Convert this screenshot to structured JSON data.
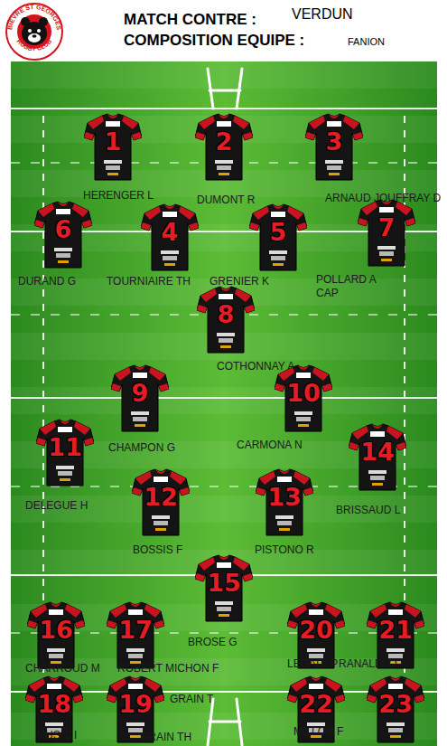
{
  "diagram": {
    "nodes": [
      {
        "text": [
          "1",
          "HERENGER L"
        ]
      },
      {
        "text": [
          "2",
          "DUMONT R"
        ]
      },
      {
        "text": [
          "3",
          "ARNAUD JOUFFRAY D"
        ]
      },
      {
        "text": [
          "6",
          "DURAND G"
        ]
      },
      {
        "text": [
          "4",
          "TOURNIAIRE TH"
        ]
      },
      {
        "text": [
          "5",
          "GRENIER K"
        ]
      },
      {
        "text": [
          "7",
          "POLLARD A",
          "CAP"
        ]
      },
      {
        "text": [
          "8",
          "COTHONNAY A"
        ]
      },
      {
        "text": [
          "9",
          "CHAMPON G"
        ]
      },
      {
        "text": [
          "10",
          "CARMONA N"
        ]
      },
      {
        "text": [
          "11",
          "DELEGUE H"
        ]
      },
      {
        "text": [
          "14",
          "BRISSAUD L"
        ]
      },
      {
        "text": [
          "12",
          "BOSSIS F"
        ]
      },
      {
        "text": [
          "13",
          "PISTONO R"
        ]
      },
      {
        "text": [
          "15",
          "BROSE G"
        ]
      },
      {
        "text": [
          "16",
          "CHARROUD M"
        ]
      },
      {
        "text": [
          "17",
          "ROBERT MICHON F"
        ]
      },
      {
        "text": [
          "20",
          "LEGALL P"
        ]
      },
      {
        "text": [
          "21",
          "RANALDI O"
        ]
      },
      {
        "text": [
          "18",
          "MUSIC I"
        ]
      },
      {
        "text": [
          "19",
          "GRAIN TH"
        ]
      },
      {
        "text": [
          "22",
          "MILLON F"
        ]
      },
      {
        "text": [
          "23"
        ]
      }
    ],
    "labels": [
      "BIEVRE ST GEORGES",
      "RUGBY CLUB",
      "MATCH CONTRE :",
      "VERDUN",
      "COMPOSITION EQUIPE :",
      "FANION",
      "GRAIN T"
    ]
  }
}
